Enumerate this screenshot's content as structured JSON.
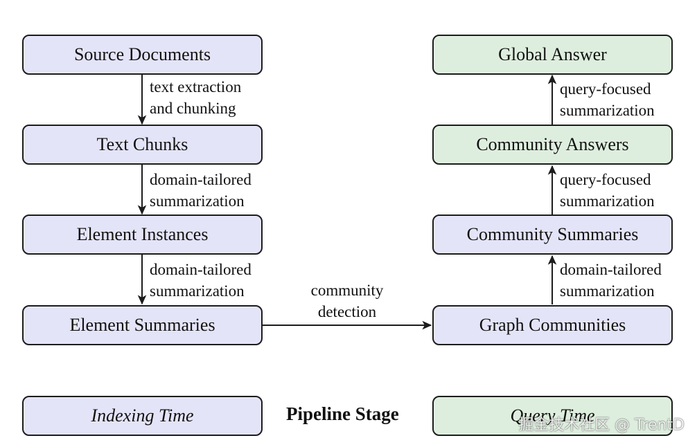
{
  "nodes": {
    "source_documents": "Source Documents",
    "text_chunks": "Text Chunks",
    "element_instances": "Element Instances",
    "element_summaries": "Element Summaries",
    "graph_communities": "Graph Communities",
    "community_summaries": "Community Summaries",
    "community_answers": "Community Answers",
    "global_answer": "Global Answer"
  },
  "edges": {
    "source_to_chunks": [
      "text extraction",
      "and chunking"
    ],
    "chunks_to_instances": [
      "domain-tailored",
      "summarization"
    ],
    "instances_to_summaries": [
      "domain-tailored",
      "summarization"
    ],
    "summaries_to_communities": [
      "community",
      "detection"
    ],
    "communities_to_community_summaries": [
      "domain-tailored",
      "summarization"
    ],
    "community_summaries_to_answers": [
      "query-focused",
      "summarization"
    ],
    "answers_to_global": [
      "query-focused",
      "summarization"
    ]
  },
  "legend": {
    "indexing_time": "Indexing Time",
    "pipeline_stage": "Pipeline Stage",
    "query_time": "Query Time"
  },
  "watermark": "掘金技术社区 @ TrentD",
  "colors": {
    "indexing_fill": "#e4e4f8",
    "query_fill": "#deeede",
    "stroke": "#1c1c1c"
  }
}
